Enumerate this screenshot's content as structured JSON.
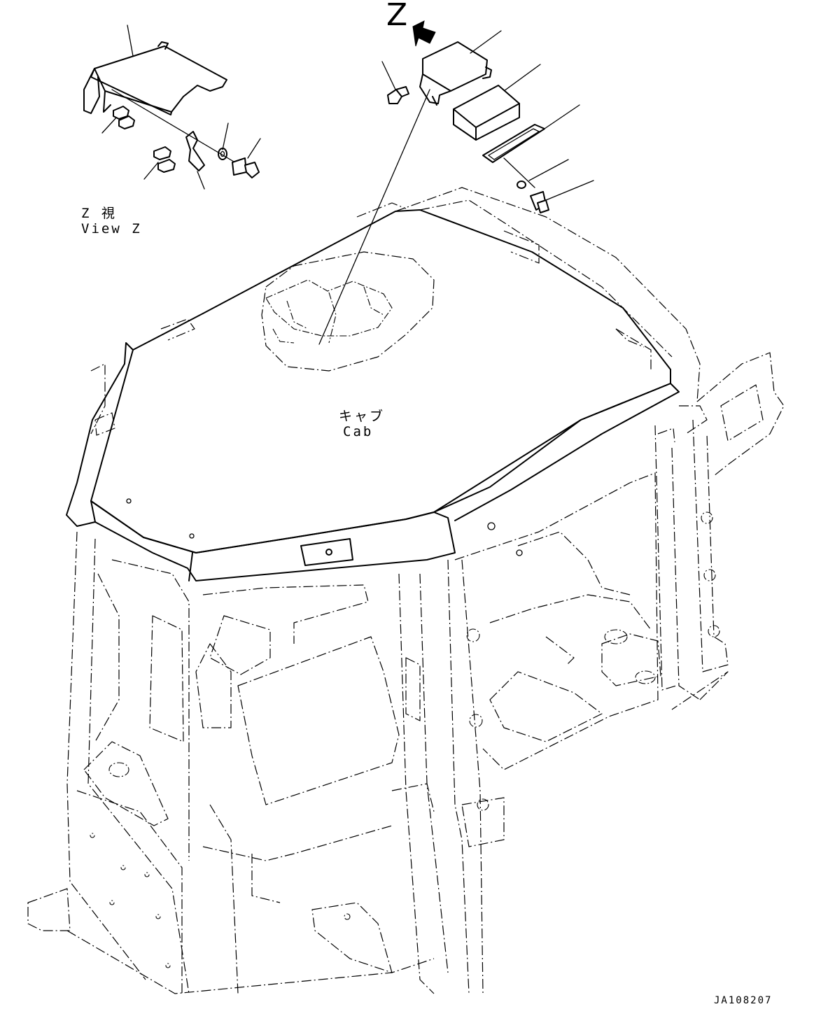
{
  "view_marker": "Z",
  "view_label_jp": "Z 視",
  "view_label_en": "View Z",
  "cab_label_jp": "キャブ",
  "cab_label_en": "Cab",
  "drawing_code": "JA108207"
}
